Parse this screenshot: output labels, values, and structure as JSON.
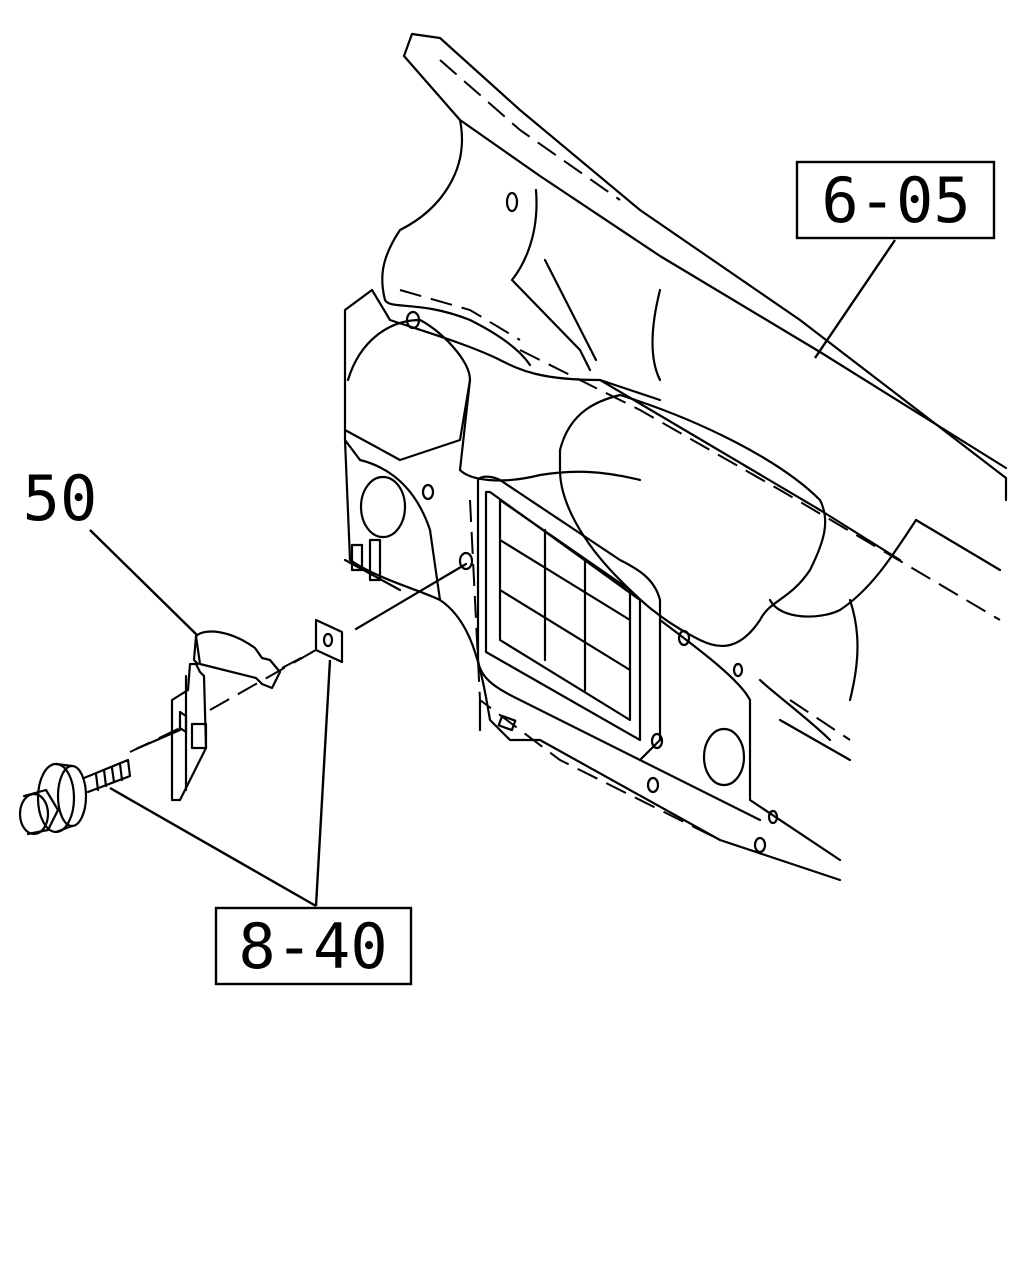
{
  "callouts": {
    "ref_top": "6-05",
    "ref_bottom": "8-40",
    "part_number": "50"
  }
}
